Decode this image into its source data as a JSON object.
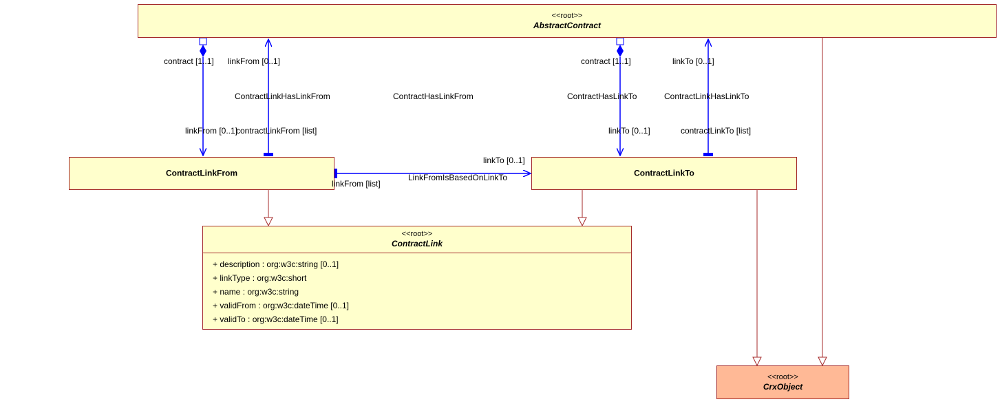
{
  "classes": {
    "abstract_contract": {
      "stereotype": "<<root>>",
      "name": "AbstractContract"
    },
    "contract_link_from": {
      "name": "ContractLinkFrom"
    },
    "contract_link_to": {
      "name": "ContractLinkTo"
    },
    "contract_link": {
      "stereotype": "<<root>>",
      "name": "ContractLink",
      "attributes": [
        "+ description : org:w3c:string [0..1]",
        "+ linkType : org:w3c:short",
        "+ name : org:w3c:string",
        "+ validFrom : org:w3c:dateTime [0..1]",
        "+ validTo : org:w3c:dateTime [0..1]"
      ]
    },
    "crx_object": {
      "stereotype": "<<root>>",
      "name": "CrxObject"
    }
  },
  "labels": {
    "contract_left": "contract [1..1]",
    "linkfrom_top": "linkFrom [0..1]",
    "contract_link_has_link_from": "ContractLinkHasLinkFrom",
    "contract_has_link_from": "ContractHasLinkFrom",
    "linkfrom_bottom": "linkFrom [0..1]",
    "contract_link_from_list": "contractLinkFrom [list]",
    "contract_right": "contract [1..1]",
    "linkto_top": "linkTo [0..1]",
    "contract_has_link_to": "ContractHasLinkTo",
    "contract_link_has_link_to": "ContractLinkHasLinkTo",
    "linkto_bottom": "linkTo [0..1]",
    "contract_link_to_list": "contractLinkTo [list]",
    "linkto_mid": "linkTo [0..1]",
    "linkfrom_list": "linkFrom [list]",
    "link_from_is_based_on_link_to": "LinkFromIsBasedOnLinkTo"
  },
  "colors": {
    "class_fill": "#ffffcc",
    "class_border": "#a52a2a",
    "root_fill": "#ffb996",
    "association": "#0000ff",
    "generalization": "#a52a2a"
  }
}
